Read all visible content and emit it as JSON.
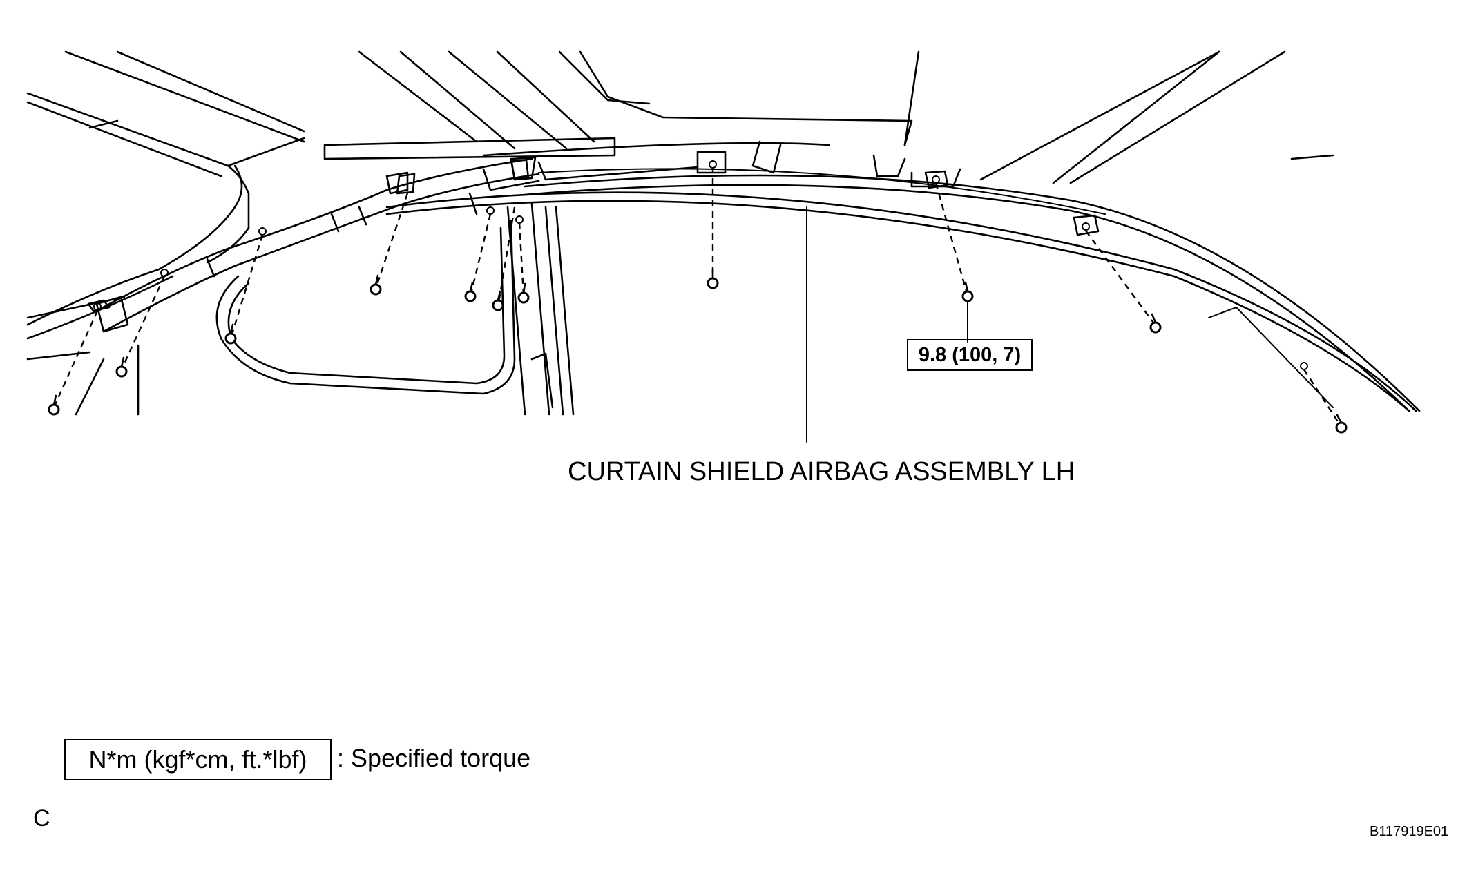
{
  "callout": {
    "component": "CURTAIN SHIELD AIRBAG ASSEMBLY LH",
    "torque_value": "9.8 (100, 7)"
  },
  "legend": {
    "unit": "N*m (kgf*cm, ft.*lbf)",
    "description": ": Specified torque"
  },
  "view_letter": "C",
  "figure_code": "B117919E01",
  "icons": [
    "bolt-icon",
    "clip-bracket-icon"
  ]
}
